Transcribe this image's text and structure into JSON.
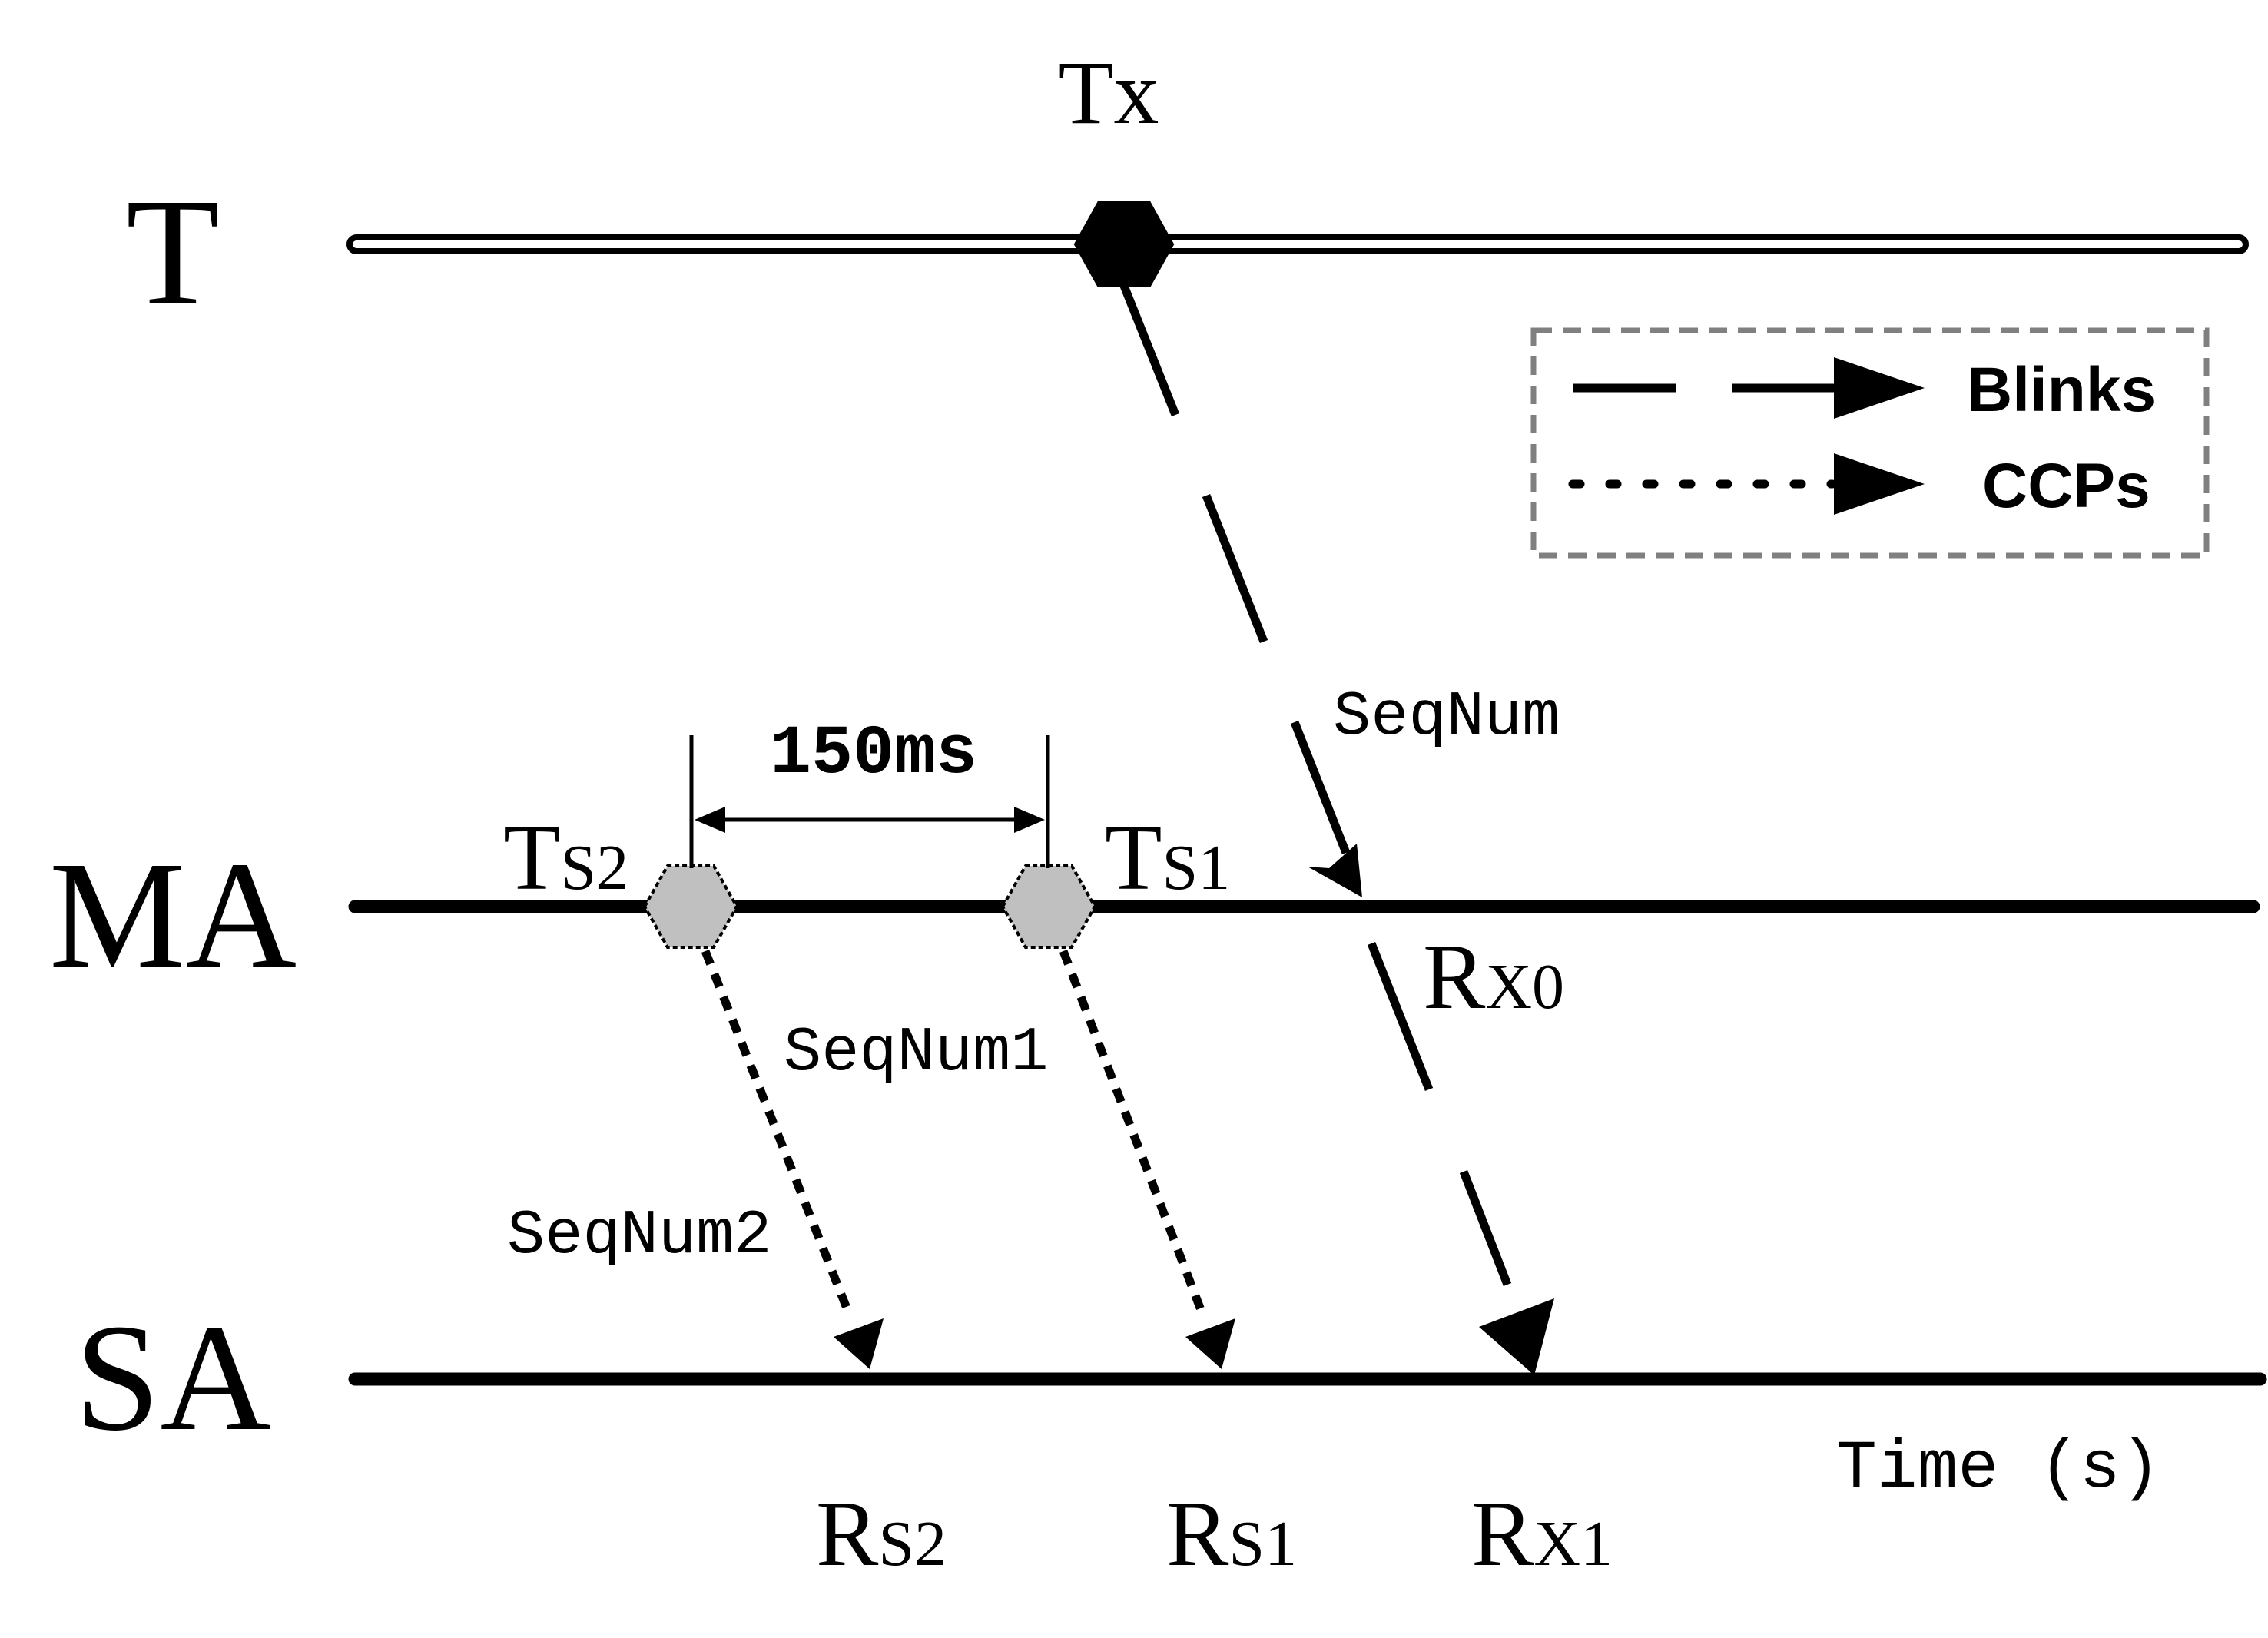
{
  "timelines": {
    "t": {
      "label": "T"
    },
    "ma": {
      "label": "MA"
    },
    "sa": {
      "label": "SA"
    }
  },
  "events": {
    "tx": {
      "label": "Tx"
    },
    "ts2": {
      "main": "T",
      "sub": "S2"
    },
    "ts1": {
      "main": "T",
      "sub": "S1"
    },
    "rx0": {
      "main": "R",
      "sub": "X0"
    },
    "rs2": {
      "main": "R",
      "sub": "S2"
    },
    "rs1": {
      "main": "R",
      "sub": "S1"
    },
    "rx1": {
      "main": "R",
      "sub": "X1"
    }
  },
  "messages": {
    "seqnum": "SeqNum",
    "seqnum1": "SeqNum1",
    "seqnum2": "SeqNum2"
  },
  "interval": {
    "label": "150ms"
  },
  "axis": {
    "label": "Time (s)"
  },
  "legend": {
    "blinks": "Blinks",
    "ccps": "CCPs"
  },
  "colors": {
    "line": "#000000",
    "hexagon_gray": "#c0c0c0",
    "legend_border": "#808080"
  }
}
